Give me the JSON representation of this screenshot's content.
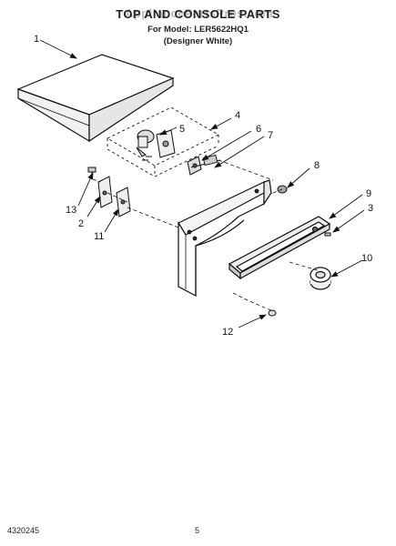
{
  "header": {
    "title": "TOP AND CONSOLE PARTS",
    "watermark": "AppliancePartsPros.com",
    "model_line": "For Model: LER5622HQ1",
    "color_line": "(Designer White)"
  },
  "callouts": {
    "c1": "1",
    "c2": "2",
    "c3": "3",
    "c4": "4",
    "c5": "5",
    "c6": "6",
    "c7": "7",
    "c8": "8",
    "c9": "9",
    "c10": "10",
    "c11": "11",
    "c12": "12",
    "c13": "13"
  },
  "footer": {
    "doc_number": "4320245",
    "page_number": "5"
  }
}
